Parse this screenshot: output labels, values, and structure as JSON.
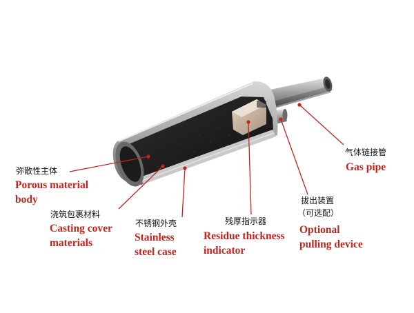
{
  "colors": {
    "leader": "#c0241f",
    "english_text": "#c0241f",
    "chinese_text": "#111111",
    "steel": "#9a9a9a",
    "porous": "#1e1e1e",
    "indicator": "#c8b49e"
  },
  "labels": {
    "porous": {
      "zh": "弥散性主体",
      "en": [
        "Porous material",
        "body"
      ]
    },
    "casting": {
      "zh": "浇筑包裹材料",
      "en": [
        "Casting cover",
        "materials"
      ]
    },
    "steel": {
      "zh": "不锈钢外壳",
      "en": [
        "Stainless",
        "steel case"
      ]
    },
    "residue": {
      "zh": "残厚指示器",
      "en": [
        "Residue thickness",
        "indicator"
      ]
    },
    "pulling": {
      "zh": [
        "拔出装置",
        "（可选配）"
      ],
      "en": [
        "Optional",
        "pulling device"
      ]
    },
    "gas": {
      "zh": "气体链接管",
      "en": [
        "Gas pipe"
      ]
    }
  }
}
